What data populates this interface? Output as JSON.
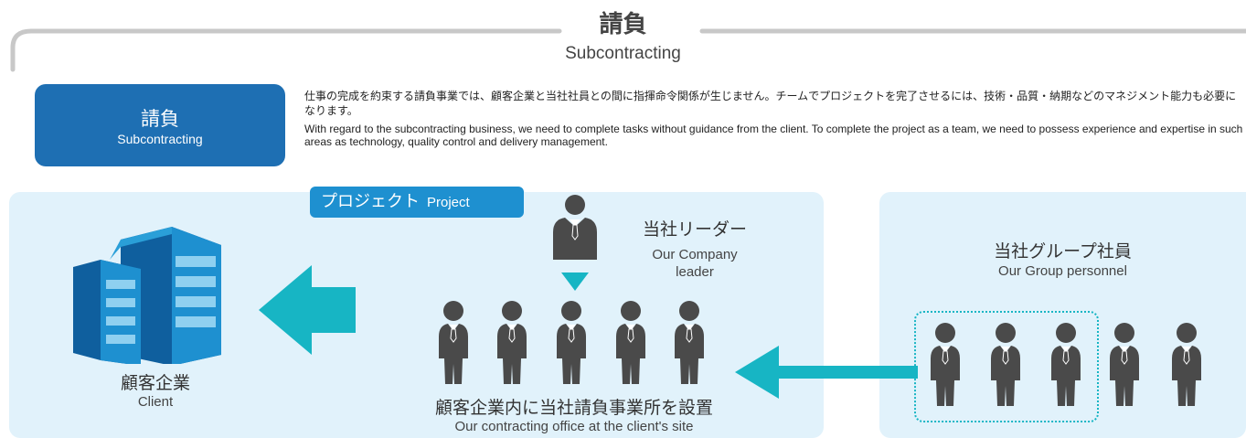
{
  "header": {
    "title_jp": "請負",
    "title_en": "Subcontracting"
  },
  "badge": {
    "title_jp": "請負",
    "title_en": "Subcontracting"
  },
  "description": {
    "jp": "仕事の完成を約束する請負事業では、顧客企業と当社社員との間に指揮命令関係が生じません。チームでプロジェクトを完了させるには、技術・品質・納期などのマネジメント能力も必要になります。",
    "en": "With regard to the subcontracting business, we need to complete tasks without guidance from the client. To complete the project as a team, we need to possess experience and expertise in such areas as technology, quality control and delivery management."
  },
  "project_tag": {
    "jp": "プロジェクト",
    "en": "Project"
  },
  "leader": {
    "jp": "当社リーダー",
    "en_line1": "Our Company",
    "en_line2": "leader"
  },
  "client": {
    "jp": "顧客企業",
    "en": "Client"
  },
  "office": {
    "jp": "顧客企業内に当社請負事業所を設置",
    "en": "Our contracting office at the client's site"
  },
  "group": {
    "jp": "当社グループ社員",
    "en": "Our Group personnel"
  },
  "colors": {
    "primary_blue": "#1e6fb3",
    "tag_blue": "#1e90d0",
    "panel_bg": "#e1f2fb",
    "arrow_teal": "#17b5c4",
    "person_gray": "#4a4a4a",
    "frame_gray": "#c8c8c8"
  },
  "icons": [
    "building-icon",
    "person-icon",
    "arrow-left-icon",
    "triangle-down-icon"
  ]
}
